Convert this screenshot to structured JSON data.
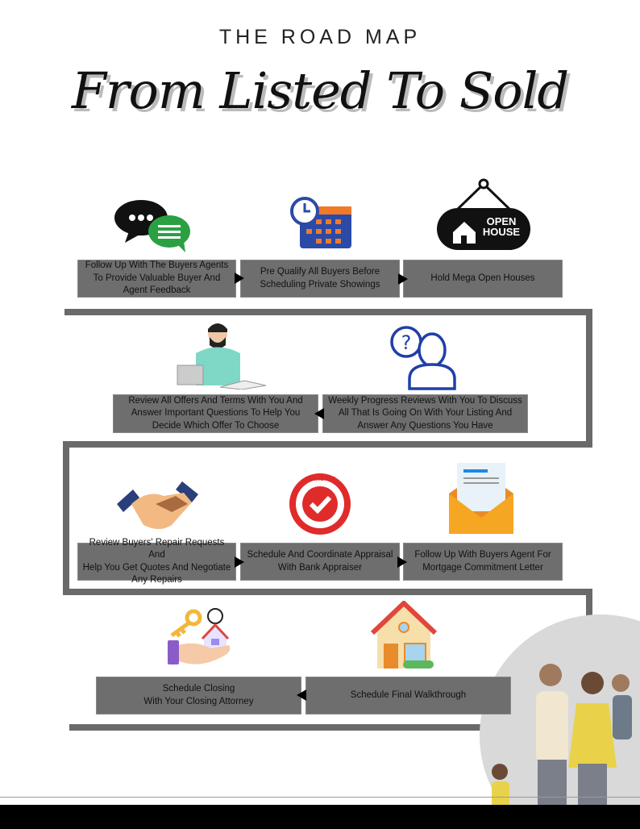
{
  "header": {
    "title": "THE ROAD MAP",
    "script_title": "From Listed To Sold"
  },
  "steps": [
    {
      "label": "Follow Up With The Buyers Agents\nTo Provide Valuable Buyer And\nAgent Feedback",
      "icon": "chat-bubbles-icon"
    },
    {
      "label": "Pre Qualify All Buyers Before\nScheduling Private Showings",
      "icon": "calendar-clock-icon"
    },
    {
      "label": "Hold Mega Open Houses",
      "icon": "open-house-sign-icon"
    },
    {
      "label": "Weekly Progress Reviews With You To Discuss\nAll That Is Going On With Your Listing And\nAnswer Any Questions You Have",
      "icon": "person-question-icon"
    },
    {
      "label": "Review All Offers And Terms With You And\nAnswer Important Questions To Help You\nDecide Which Offer To Choose",
      "icon": "man-reviewing-papers-icon"
    },
    {
      "label": "Review Buyers' Repair Requests And\nHelp You Get Quotes And Negotiate\nAny Repairs",
      "icon": "handshake-icon"
    },
    {
      "label": "Schedule And Coordinate Appraisal\nWith Bank Appraiser",
      "icon": "approved-stamp-icon"
    },
    {
      "label": "Follow Up With Buyers Agent For\nMortgage Commitment Letter",
      "icon": "envelope-letter-icon"
    },
    {
      "label": "Schedule Final Walkthrough",
      "icon": "house-icon"
    },
    {
      "label": "Schedule Closing\nWith Your Closing Attorney",
      "icon": "hand-house-key-icon"
    }
  ],
  "sign_text": "OPEN\nHOUSE",
  "stamp_text": "APPROVED",
  "colors": {
    "box": "#6e6e6e",
    "path": "#6a6a6a",
    "accent_blue": "#1f3fa8",
    "stamp_red": "#e02b2b"
  }
}
